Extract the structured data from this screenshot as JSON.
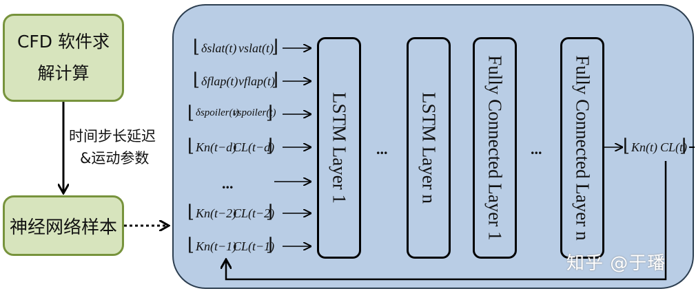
{
  "cfd_box": {
    "line1": "CFD 软件求",
    "line2": "解计算"
  },
  "arrow_label": {
    "line1": "时间步长延迟",
    "line2": "&运动参数"
  },
  "nn_box": {
    "label": "神经网络样本"
  },
  "inputs": [
    {
      "a": "δslat(t)",
      "b": "vslat(t)"
    },
    {
      "a": "δflap(t)",
      "b": "vflap(t)"
    },
    {
      "a": "δspoiler(t)",
      "b": "vspoiler(t)"
    },
    {
      "a": "Kn(t−d)",
      "b": "CL(t−d)"
    },
    {
      "a": "...",
      "b": ""
    },
    {
      "a": "Kn(t−2)",
      "b": "CL(t−2)"
    },
    {
      "a": "Kn(t−1)",
      "b": "CL(t−1)"
    }
  ],
  "layers": [
    {
      "label": "LSTM Layer 1"
    },
    {
      "label": "LSTM Layer n"
    },
    {
      "label": "Fully Connected Layer 1"
    },
    {
      "label": "Fully Connected Layer n"
    }
  ],
  "ellipsis": "...",
  "output": {
    "a": "Kn(t)",
    "b": "CL(t)"
  },
  "watermark": "知乎 @于璠"
}
